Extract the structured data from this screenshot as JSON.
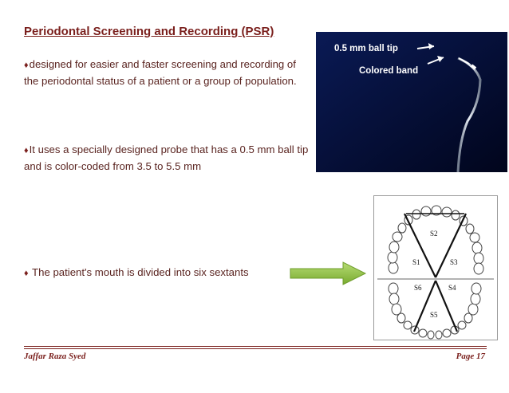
{
  "slide": {
    "title": "Periodontal Screening and Recording (PSR)",
    "bullet_glyph": "♦",
    "bullets": [
      "designed for easier and faster screening and recording of the periodontal status of a patient or a group of population.",
      "It uses a specially designed probe that has a 0.5 mm ball tip and is color-coded from 3.5 to 5.5 mm",
      " The patient's mouth is divided into six sextants"
    ]
  },
  "probe_image": {
    "tip_label": "0.5 mm ball tip",
    "band_label": "Colored band"
  },
  "sextant_chart": {
    "labels": [
      "S1",
      "S2",
      "S3",
      "S4",
      "S5",
      "S6"
    ]
  },
  "footer": {
    "author": "Jaffar Raza Syed",
    "page": "Page 17"
  },
  "colors": {
    "title": "#7a1f1c",
    "text": "#5a2420",
    "arrow": "#8ec03f",
    "probe_background": "#030b2e"
  }
}
